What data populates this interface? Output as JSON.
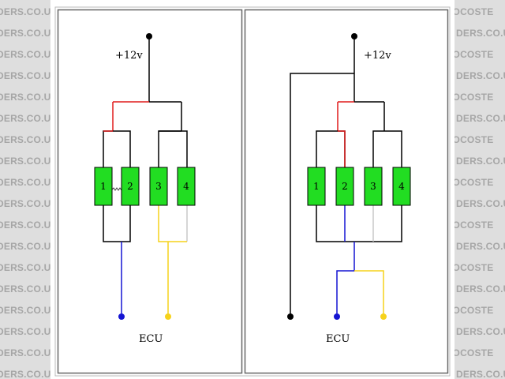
{
  "watermark": {
    "text_left": "DERS.CO.UK",
    "text_right": "LOCOSTE"
  },
  "colors": {
    "black": "#000000",
    "red": "#e11b1b",
    "blue": "#1414d2",
    "yellow": "#f6d21a",
    "grey": "#c8c8c8",
    "coil": "#22dd22"
  },
  "left_panel": {
    "supply_label": "+12v",
    "ecu_label": "ECU",
    "coils": [
      "1",
      "2",
      "3",
      "4"
    ]
  },
  "right_panel": {
    "supply_label": "+12v",
    "ecu_label": "ECU",
    "coils": [
      "1",
      "2",
      "3",
      "4"
    ]
  }
}
